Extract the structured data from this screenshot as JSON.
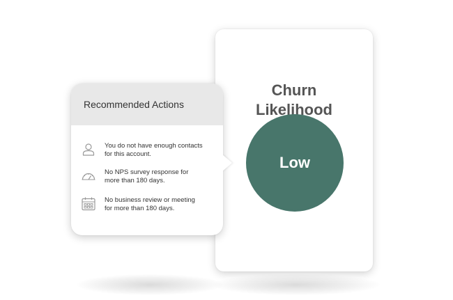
{
  "churn": {
    "title_line1": "Churn",
    "title_line2": "Likelihood",
    "value": "Low",
    "circle_color": "#48766b"
  },
  "actions": {
    "title": "Recommended Actions",
    "items": [
      {
        "icon": "person-icon",
        "text": "You do not have enough contacts\n for this account."
      },
      {
        "icon": "gauge-icon",
        "text": "No NPS survey response for\nmore than 180 days."
      },
      {
        "icon": "calendar-icon",
        "text": "No business review or meeting\nfor more than 180 days."
      }
    ]
  }
}
